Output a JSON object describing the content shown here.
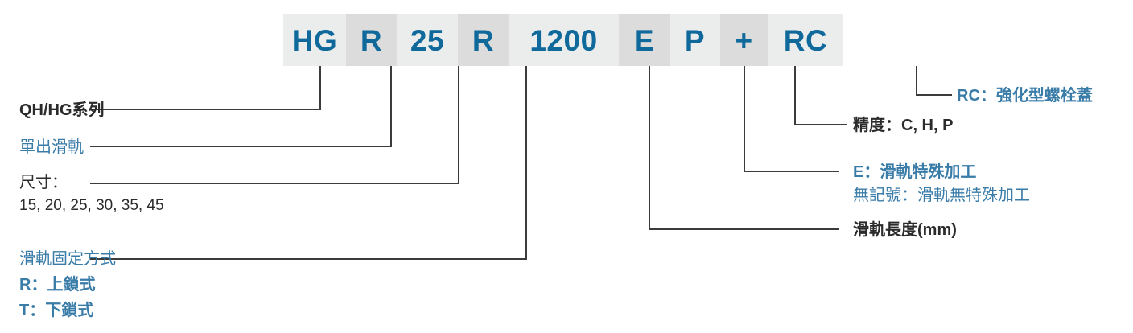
{
  "diagram": {
    "title": "HIWIN HG/QH linear guideway rail part number designation",
    "accent_blue": "#10699b",
    "label_blue": "#3a7ca8",
    "label_dark": "#2b2b2b",
    "cell_shade_light": "#ebeded",
    "cell_shade_dark": "#dcdcdc",
    "leader_color": "#3c3c3c"
  },
  "part_number": {
    "cells": [
      {
        "text": "HG",
        "shade": "shade-a",
        "width": 78,
        "tick": true
      },
      {
        "text": "R",
        "shade": "shade-b",
        "width": 63,
        "tick": true
      },
      {
        "text": "25",
        "shade": "shade-a",
        "width": 76,
        "tick": true
      },
      {
        "text": "R",
        "shade": "shade-b",
        "width": 63,
        "tick": true
      },
      {
        "text": "1200",
        "shade": "shade-a",
        "width": 137,
        "tick": true
      },
      {
        "text": "E",
        "shade": "shade-b",
        "width": 63,
        "tick": true
      },
      {
        "text": "P",
        "shade": "shade-a",
        "width": 63,
        "tick": true
      },
      {
        "text": "+",
        "shade": "shade-b",
        "width": 59,
        "tick": false
      },
      {
        "text": "RC",
        "shade": "shade-a",
        "width": 94,
        "tick": true
      }
    ]
  },
  "labels_left": {
    "series": "QH/HG系列",
    "rail_type": "單出滑軌",
    "size_heading": "尺寸：",
    "size_values": "15, 20, 25, 30, 35, 45",
    "mounting_heading": "滑軌固定方式",
    "mounting_r": "R：上鎖式",
    "mounting_t": "T：下鎖式"
  },
  "labels_right": {
    "bolt_cover": "RC：強化型螺栓蓋",
    "accuracy": "精度：C, H, P",
    "special_e": "E：滑軌特殊加工",
    "special_none": "無記號：滑軌無特殊加工",
    "rail_length": "滑軌長度(mm)"
  }
}
